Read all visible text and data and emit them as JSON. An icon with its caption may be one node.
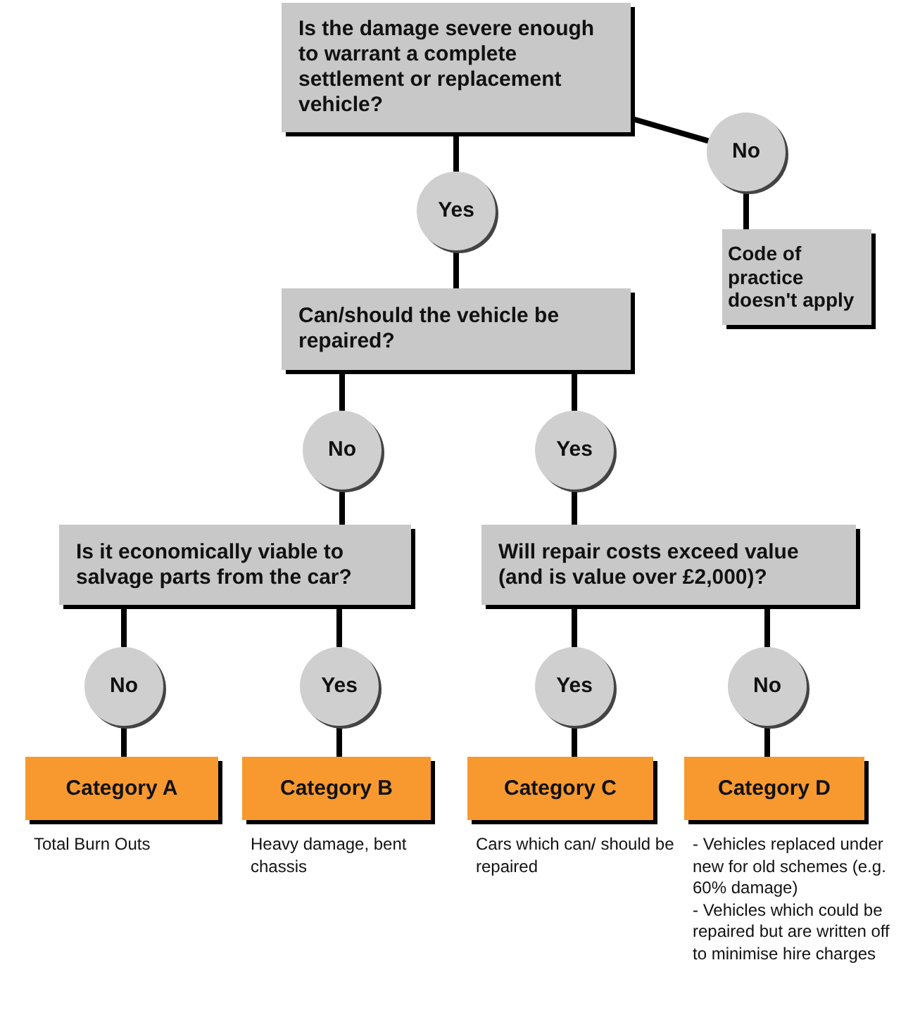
{
  "diagram": {
    "nodes": [
      {
        "text": [
          "Is the damage severe enough to warrant a complete settlement or replacement vehicle?"
        ]
      },
      {
        "text": [
          "Yes"
        ]
      },
      {
        "text": [
          "No"
        ]
      },
      {
        "text": [
          "Code of practice doesn't apply"
        ]
      },
      {
        "text": [
          "Can/should the vehicle be repaired?"
        ]
      },
      {
        "text": [
          "No"
        ]
      },
      {
        "text": [
          "Yes"
        ]
      },
      {
        "text": [
          "Is it economically viable to salvage parts from the car?"
        ]
      },
      {
        "text": [
          "Will repair costs exceed value (and is value over £2,000)?"
        ]
      },
      {
        "text": [
          "No"
        ]
      },
      {
        "text": [
          "Yes"
        ]
      },
      {
        "text": [
          "Yes"
        ]
      },
      {
        "text": [
          "No"
        ]
      },
      {
        "text": [
          "Category A"
        ],
        "beside": [
          "Total Burn Outs"
        ]
      },
      {
        "text": [
          "Category B"
        ],
        "beside": [
          "Heavy damage, bent chassis"
        ]
      },
      {
        "text": [
          "Category C"
        ],
        "beside": [
          "Cars which can/ should be repaired"
        ]
      },
      {
        "text": [
          "Category D"
        ],
        "beside": [
          "- Vehicles replaced under new for old schemes (e.g. 60% damage)",
          "- Vehicles which could be repaired but are written off to minimise hire charges"
        ]
      }
    ],
    "edges": [
      {
        "from": 0,
        "to": 1,
        "arrow": "none"
      },
      {
        "from": 0,
        "to": 2,
        "arrow": "none"
      },
      {
        "from": 2,
        "to": 3,
        "arrow": "none"
      },
      {
        "from": 1,
        "to": 4,
        "arrow": "none"
      },
      {
        "from": 4,
        "to": 5,
        "arrow": "none"
      },
      {
        "from": 4,
        "to": 6,
        "arrow": "none"
      },
      {
        "from": 5,
        "to": 7,
        "arrow": "none"
      },
      {
        "from": 6,
        "to": 8,
        "arrow": "none"
      },
      {
        "from": 7,
        "to": 9,
        "arrow": "none"
      },
      {
        "from": 7,
        "to": 10,
        "arrow": "none"
      },
      {
        "from": 8,
        "to": 11,
        "arrow": "none"
      },
      {
        "from": 8,
        "to": 12,
        "arrow": "none"
      },
      {
        "from": 9,
        "to": 13,
        "arrow": "none"
      },
      {
        "from": 10,
        "to": 14,
        "arrow": "none"
      },
      {
        "from": 11,
        "to": 15,
        "arrow": "none"
      },
      {
        "from": 12,
        "to": 16,
        "arrow": "none"
      }
    ]
  }
}
